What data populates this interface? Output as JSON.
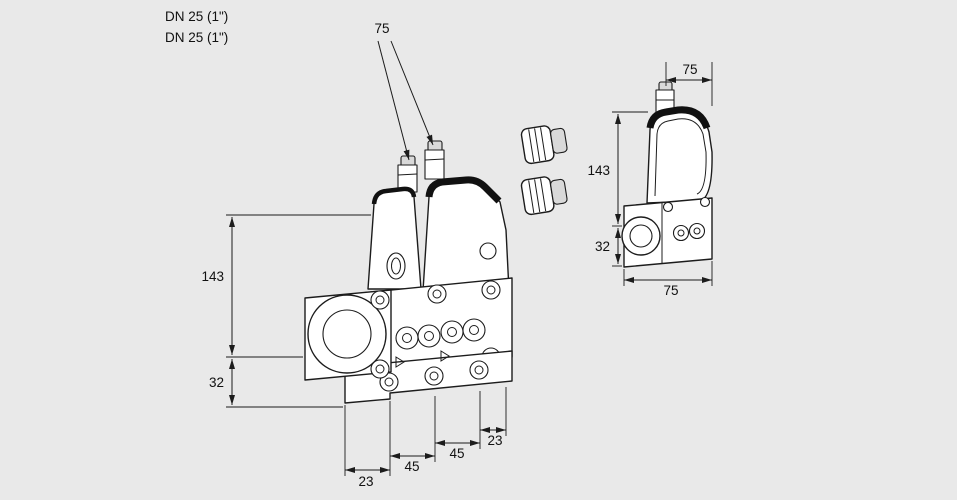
{
  "product_labels": {
    "line1": "DN 25 (1\")",
    "line2": "DN 25 (1\")"
  },
  "front_view": {
    "dim_axis_spacing": "75",
    "dim_height_upper": "143",
    "dim_height_lower": "32",
    "dim_bottom_left": "23",
    "dim_bottom_mid_left": "45",
    "dim_bottom_mid_right": "45",
    "dim_bottom_right": "23"
  },
  "side_view": {
    "dim_top_width": "75",
    "dim_height_upper": "143",
    "dim_height_lower": "32",
    "dim_bottom_width": "75"
  },
  "colors": {
    "background": "#e9e9e9",
    "line": "#1c1c1c",
    "fill": "#ffffff"
  }
}
